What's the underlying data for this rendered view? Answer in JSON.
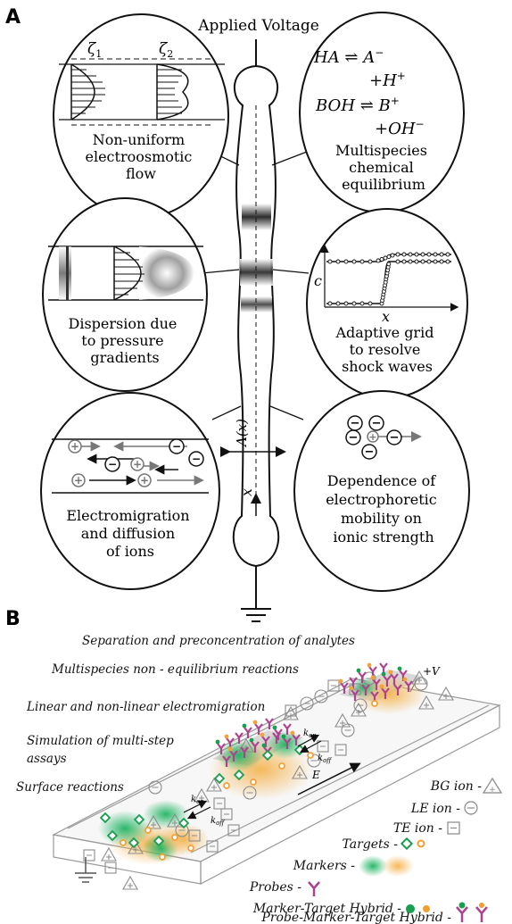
{
  "panel_a": {
    "label": "A",
    "applied_voltage": "Applied Voltage",
    "zeta1": "ζ",
    "zeta1_sub": "1",
    "zeta2": "ζ",
    "zeta2_sub": "2",
    "eq1_a": "HA ⇌ A",
    "eq1_a_sup": "−",
    "eq1_b": "+H",
    "eq1_b_sup": "+",
    "eq2_a": "BOH ⇌ B",
    "eq2_a_sup": "+",
    "eq2_b": "+OH",
    "eq2_b_sup": "−",
    "bubble_tl": [
      "Non-uniform",
      "electroosmotic",
      "flow"
    ],
    "bubble_tr": [
      "Multispecies",
      "chemical",
      "equilibrium"
    ],
    "bubble_ml": [
      "Dispersion due",
      "to pressure",
      "gradients"
    ],
    "bubble_mr": [
      "Adaptive grid",
      "to resolve",
      "shock waves"
    ],
    "bubble_bl": [
      "Electromigration",
      "and diffusion",
      "of ions"
    ],
    "bubble_br": [
      "Dependence of",
      "electrophoretic",
      "mobility on",
      "ionic strength"
    ],
    "axis_c": "c",
    "axis_x": "x",
    "area_label": "A(x)",
    "x_label": "x"
  },
  "panel_b": {
    "label": "B",
    "features": [
      "Separation and preconcentration of analytes",
      "Multispecies non - equilibrium reactions",
      "Linear and non-linear electromigration",
      "Simulation of multi-step",
      "assays",
      "Surface reactions"
    ],
    "voltage": "+V",
    "field": "E",
    "k_on": "k",
    "k_on_sub": "on",
    "k_off": "k",
    "k_off_sub": "off",
    "legend": [
      {
        "label": "BG ion -"
      },
      {
        "label": "LE ion -"
      },
      {
        "label": "TE ion -"
      },
      {
        "label": "Targets -"
      },
      {
        "label": "Markers -"
      },
      {
        "label": "Probes -"
      },
      {
        "label": "Marker-Target Hybrid -"
      },
      {
        "label": "Probe-Marker-Target Hybrid -"
      }
    ],
    "colors": {
      "target": "#1a9e50",
      "marker_green": "#22b866",
      "marker_orange": "#f2a23a",
      "probe": "#b0418f",
      "surface": "#d9d9d9"
    }
  }
}
